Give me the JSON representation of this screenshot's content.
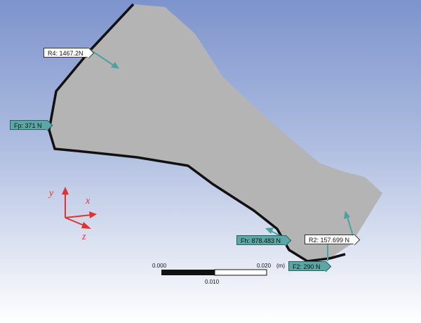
{
  "labels": {
    "r4": "R4: 1467.2N",
    "fp": "Fp: 371 N",
    "fh": "Fh: 878.483 N",
    "r2": "R2: 157.699 N",
    "f2": "F2: 290 N"
  },
  "axes": {
    "y": "y",
    "x": "x",
    "z": "z"
  },
  "scale_bar": {
    "left_value": "0.000",
    "right_value": "0.020",
    "unit": "(m)",
    "mid_value": "0.010"
  },
  "colors": {
    "geometry_fill": "#b4b4b4",
    "geometry_edge": "#111111",
    "force_arrow": "#4aa3a1",
    "triad": "#e0342a"
  }
}
